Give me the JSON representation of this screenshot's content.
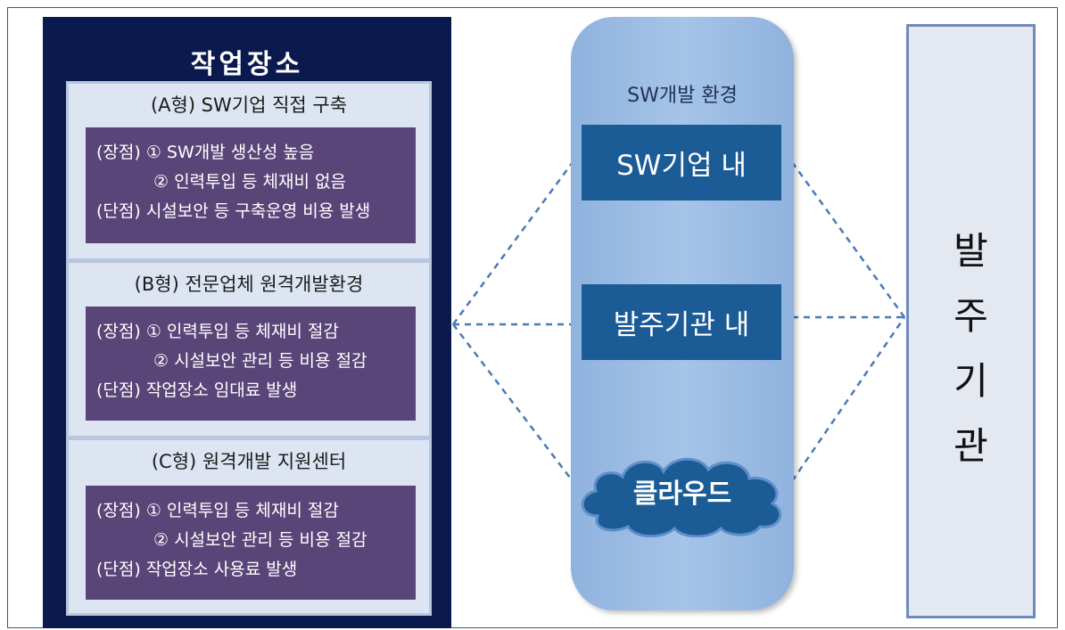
{
  "left_panel": {
    "title": "작업장소",
    "types": [
      {
        "title": "(A형) SW기업 직접 구축",
        "lines": [
          "(장점) ① SW개발 생산성 높음",
          "② 인력투입 등 체재비 없음",
          "(단점) 시설보안 등 구축운영 비용 발생"
        ]
      },
      {
        "title": "(B형) 전문업체 원격개발환경",
        "lines": [
          "(장점) ① 인력투입 등 체재비 절감",
          "② 시설보안 관리 등 비용 절감",
          "(단점) 작업장소 임대료 발생"
        ]
      },
      {
        "title": "(C형) 원격개발 지원센터",
        "lines": [
          "(장점) ① 인력투입 등 체재비 절감",
          "② 시설보안 관리 등 비용 절감",
          "(단점) 작업장소 사용료 발생"
        ]
      }
    ]
  },
  "center": {
    "title": "SW개발 환경",
    "environments": [
      "SW기업 내",
      "발주기관 내",
      "클라우드"
    ]
  },
  "right": {
    "label": [
      "발",
      "주",
      "기",
      "관"
    ]
  },
  "colors": {
    "left_panel_bg": "#0b1a4e",
    "type_box_bg": "#dce5f1",
    "type_inner_bg": "#5a4578",
    "center_pill": "#a6c4e8",
    "env_box": "#1b5c96",
    "connector": "#4a7ab5",
    "right_box_border": "#6e8bbb"
  }
}
